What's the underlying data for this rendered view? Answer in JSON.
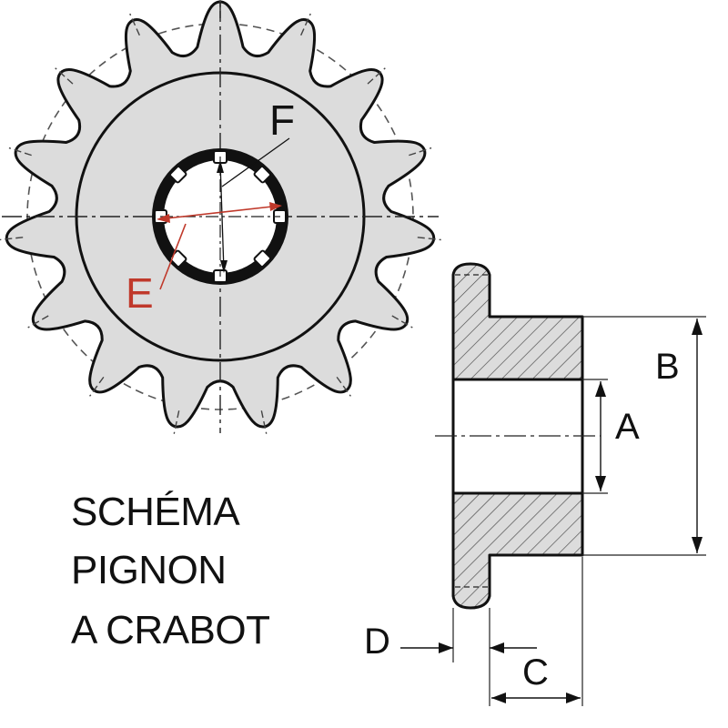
{
  "title": {
    "lines": [
      "SCHÉMA",
      "PIGNON",
      "A CRABOT"
    ]
  },
  "labels": {
    "A": "A",
    "B": "B",
    "C": "C",
    "D": "D",
    "E": "E",
    "F": "F"
  },
  "colors": {
    "body_fill": "#dcdcdc",
    "outline": "#111111",
    "accent": "#c0392b",
    "hatch": "#333333"
  },
  "sprocket": {
    "teeth": 15,
    "spline_notches": 8
  }
}
